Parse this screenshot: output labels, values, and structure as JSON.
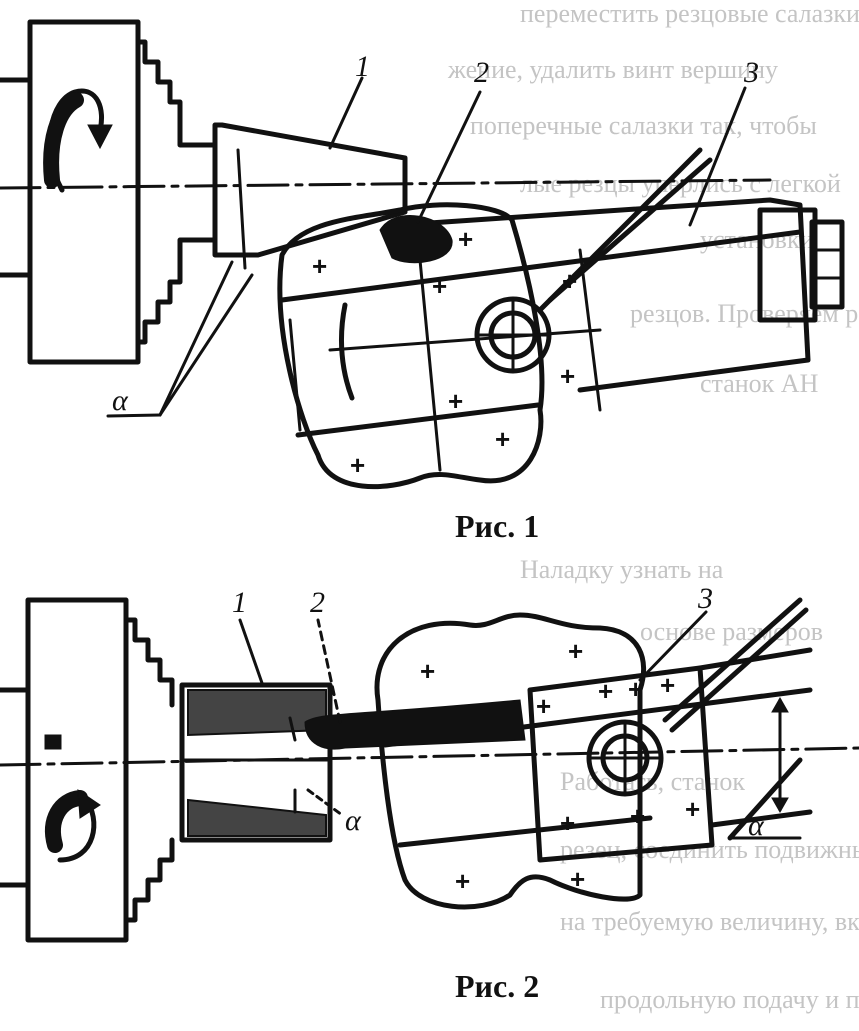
{
  "background_text": [
    "переместить резцовые салазки",
    "жение, удалить винт вершину",
    "поперечные салазки так, чтобы",
    "лые резцы уперлись с легкой",
    "установки",
    "резцов. Проверяем рабочую",
    "станок АН",
    "Наладку узнать на",
    "основе размеров",
    "Работать, станок",
    "резец, соединить подвижные",
    "на требуемую величину, включить",
    "продольную подачу и приступить"
  ],
  "figure1": {
    "caption": "Рис. 1",
    "labels": {
      "one": "1",
      "two": "2",
      "three": "3",
      "alpha": "α"
    }
  },
  "figure2": {
    "caption": "Рис. 2",
    "labels": {
      "one": "1",
      "two": "2",
      "three": "3",
      "alpha_left": "α",
      "alpha_right": "α"
    }
  },
  "colors": {
    "ink": "#111111",
    "faded_text": "#c4c4c4",
    "paper": "#ffffff"
  }
}
